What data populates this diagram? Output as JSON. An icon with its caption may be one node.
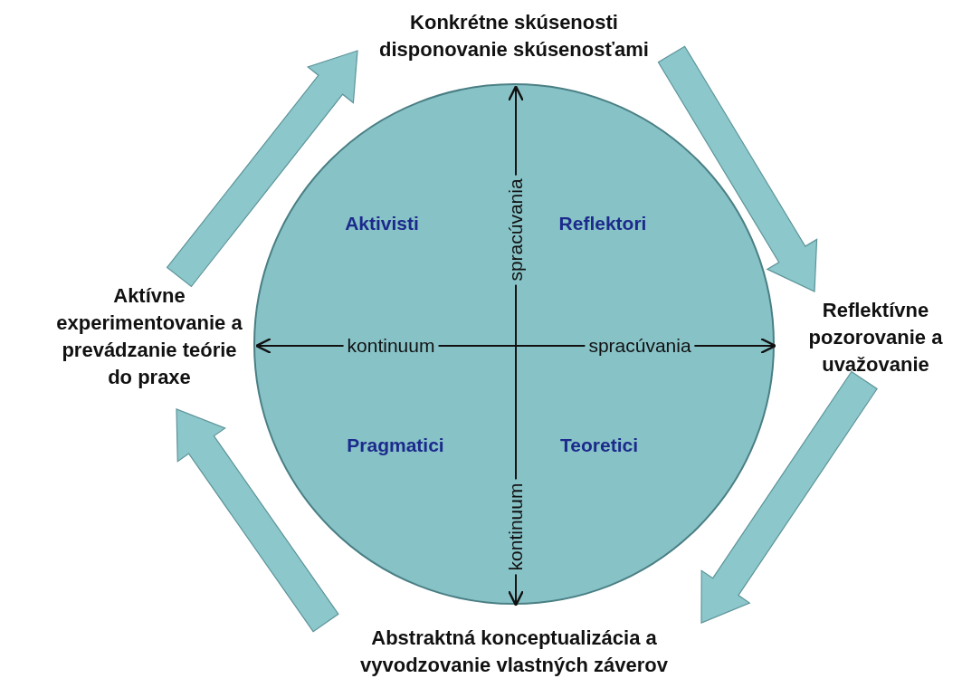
{
  "diagram": {
    "nodes": [
      {
        "text": [
          "Konkrétne skúsenosti disponovanie skúsenosťami"
        ]
      },
      {
        "text": [
          "Reflektívne pozorovanie a uvažovanie"
        ]
      },
      {
        "text": [
          "Abstraktná konceptualizácia a vyvodzovanie vlastných záverov"
        ]
      },
      {
        "text": [
          "Aktívne experimentovanie a prevádzanie teórie do praxe"
        ]
      },
      {
        "text": [
          "spracúvania",
          "Aktivisti",
          "Reflektori",
          "kontinuum",
          "spracúvania",
          "Pragmatici",
          "Teoretici",
          "kontinuum"
        ]
      }
    ],
    "edges": [
      {
        "from": 0,
        "to": 1,
        "arrow": "to"
      },
      {
        "from": 1,
        "to": 2,
        "arrow": "to"
      },
      {
        "from": 2,
        "to": 3,
        "arrow": "to"
      },
      {
        "from": 3,
        "to": 0,
        "arrow": "to"
      }
    ]
  }
}
